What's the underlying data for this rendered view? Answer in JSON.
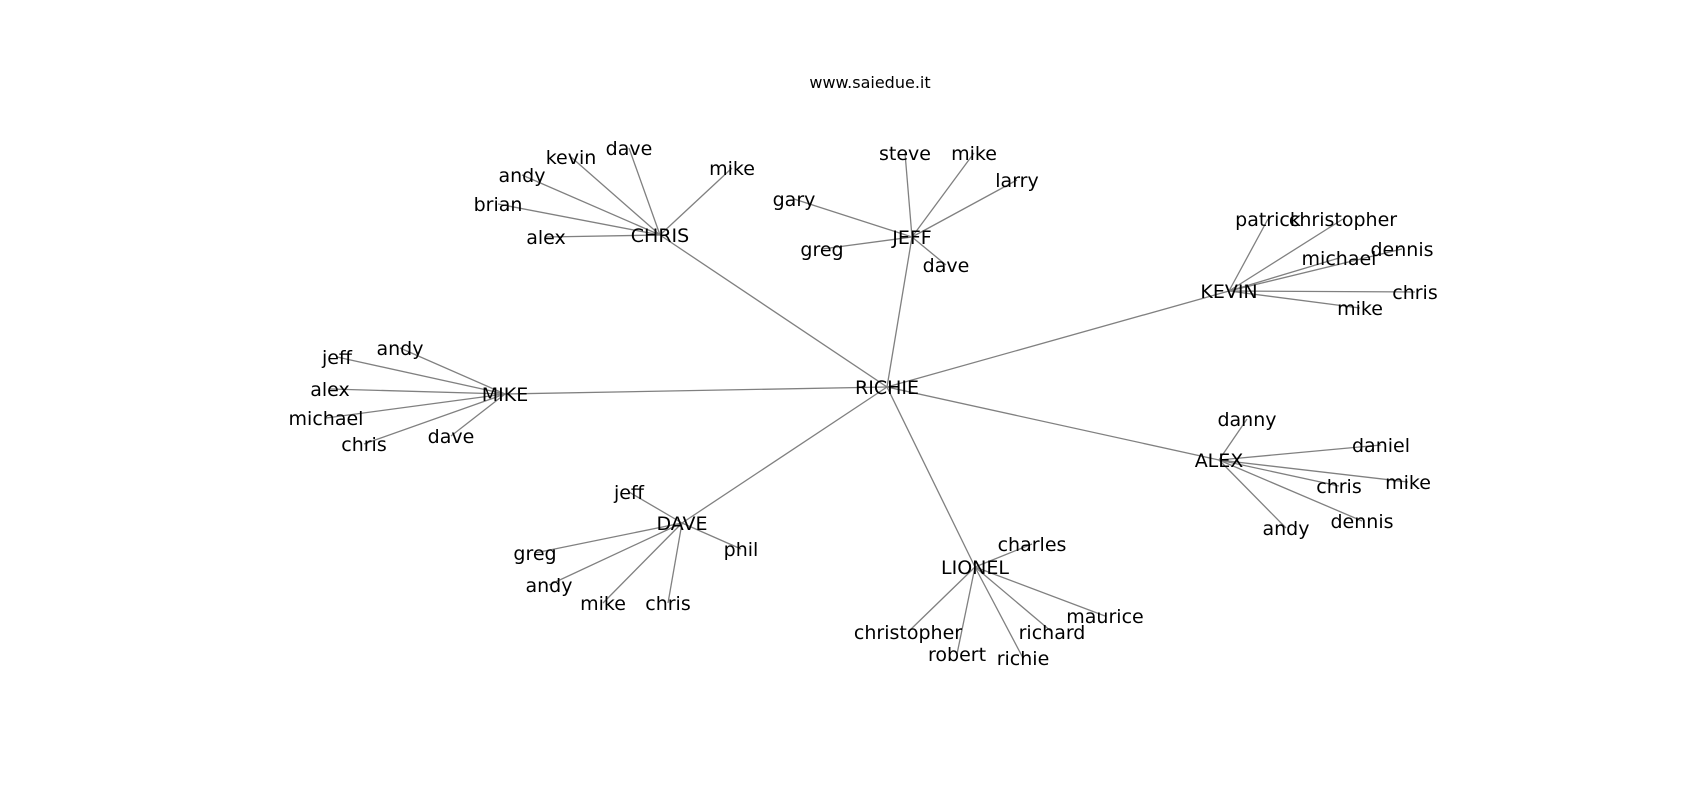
{
  "title": "www.saiedue.it",
  "root": "RICHIE",
  "groups": [
    {
      "hub": "CHRIS",
      "leaves": [
        "alex",
        "brian",
        "andy",
        "kevin",
        "dave",
        "mike"
      ]
    },
    {
      "hub": "JEFF",
      "leaves": [
        "gary",
        "greg",
        "steve",
        "mike",
        "larry",
        "dave"
      ]
    },
    {
      "hub": "KEVIN",
      "leaves": [
        "patrick",
        "christopher",
        "michael",
        "dennis",
        "chris",
        "mike"
      ]
    },
    {
      "hub": "MIKE",
      "leaves": [
        "jeff",
        "andy",
        "alex",
        "michael",
        "chris",
        "dave"
      ]
    },
    {
      "hub": "ALEX",
      "leaves": [
        "danny",
        "daniel",
        "chris",
        "mike",
        "dennis",
        "andy"
      ]
    },
    {
      "hub": "DAVE",
      "leaves": [
        "jeff",
        "greg",
        "andy",
        "mike",
        "chris",
        "phil"
      ]
    },
    {
      "hub": "LIONEL",
      "leaves": [
        "charles",
        "christopher",
        "robert",
        "richie",
        "richard",
        "maurice"
      ]
    }
  ]
}
